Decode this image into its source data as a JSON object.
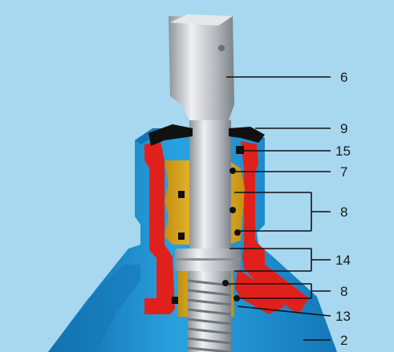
{
  "colors": {
    "background": "#a7d8ef",
    "housing_blue": "#1d8fd0",
    "housing_blue_dark": "#0f6aa6",
    "seal_red": "#e0211b",
    "bushing_gold": "#e3b21e",
    "stem_silver": "#c9cdd1",
    "ring_black": "#111111"
  },
  "callouts": [
    "6",
    "9",
    "15",
    "7",
    "8",
    "14",
    "8",
    "13",
    "2"
  ]
}
